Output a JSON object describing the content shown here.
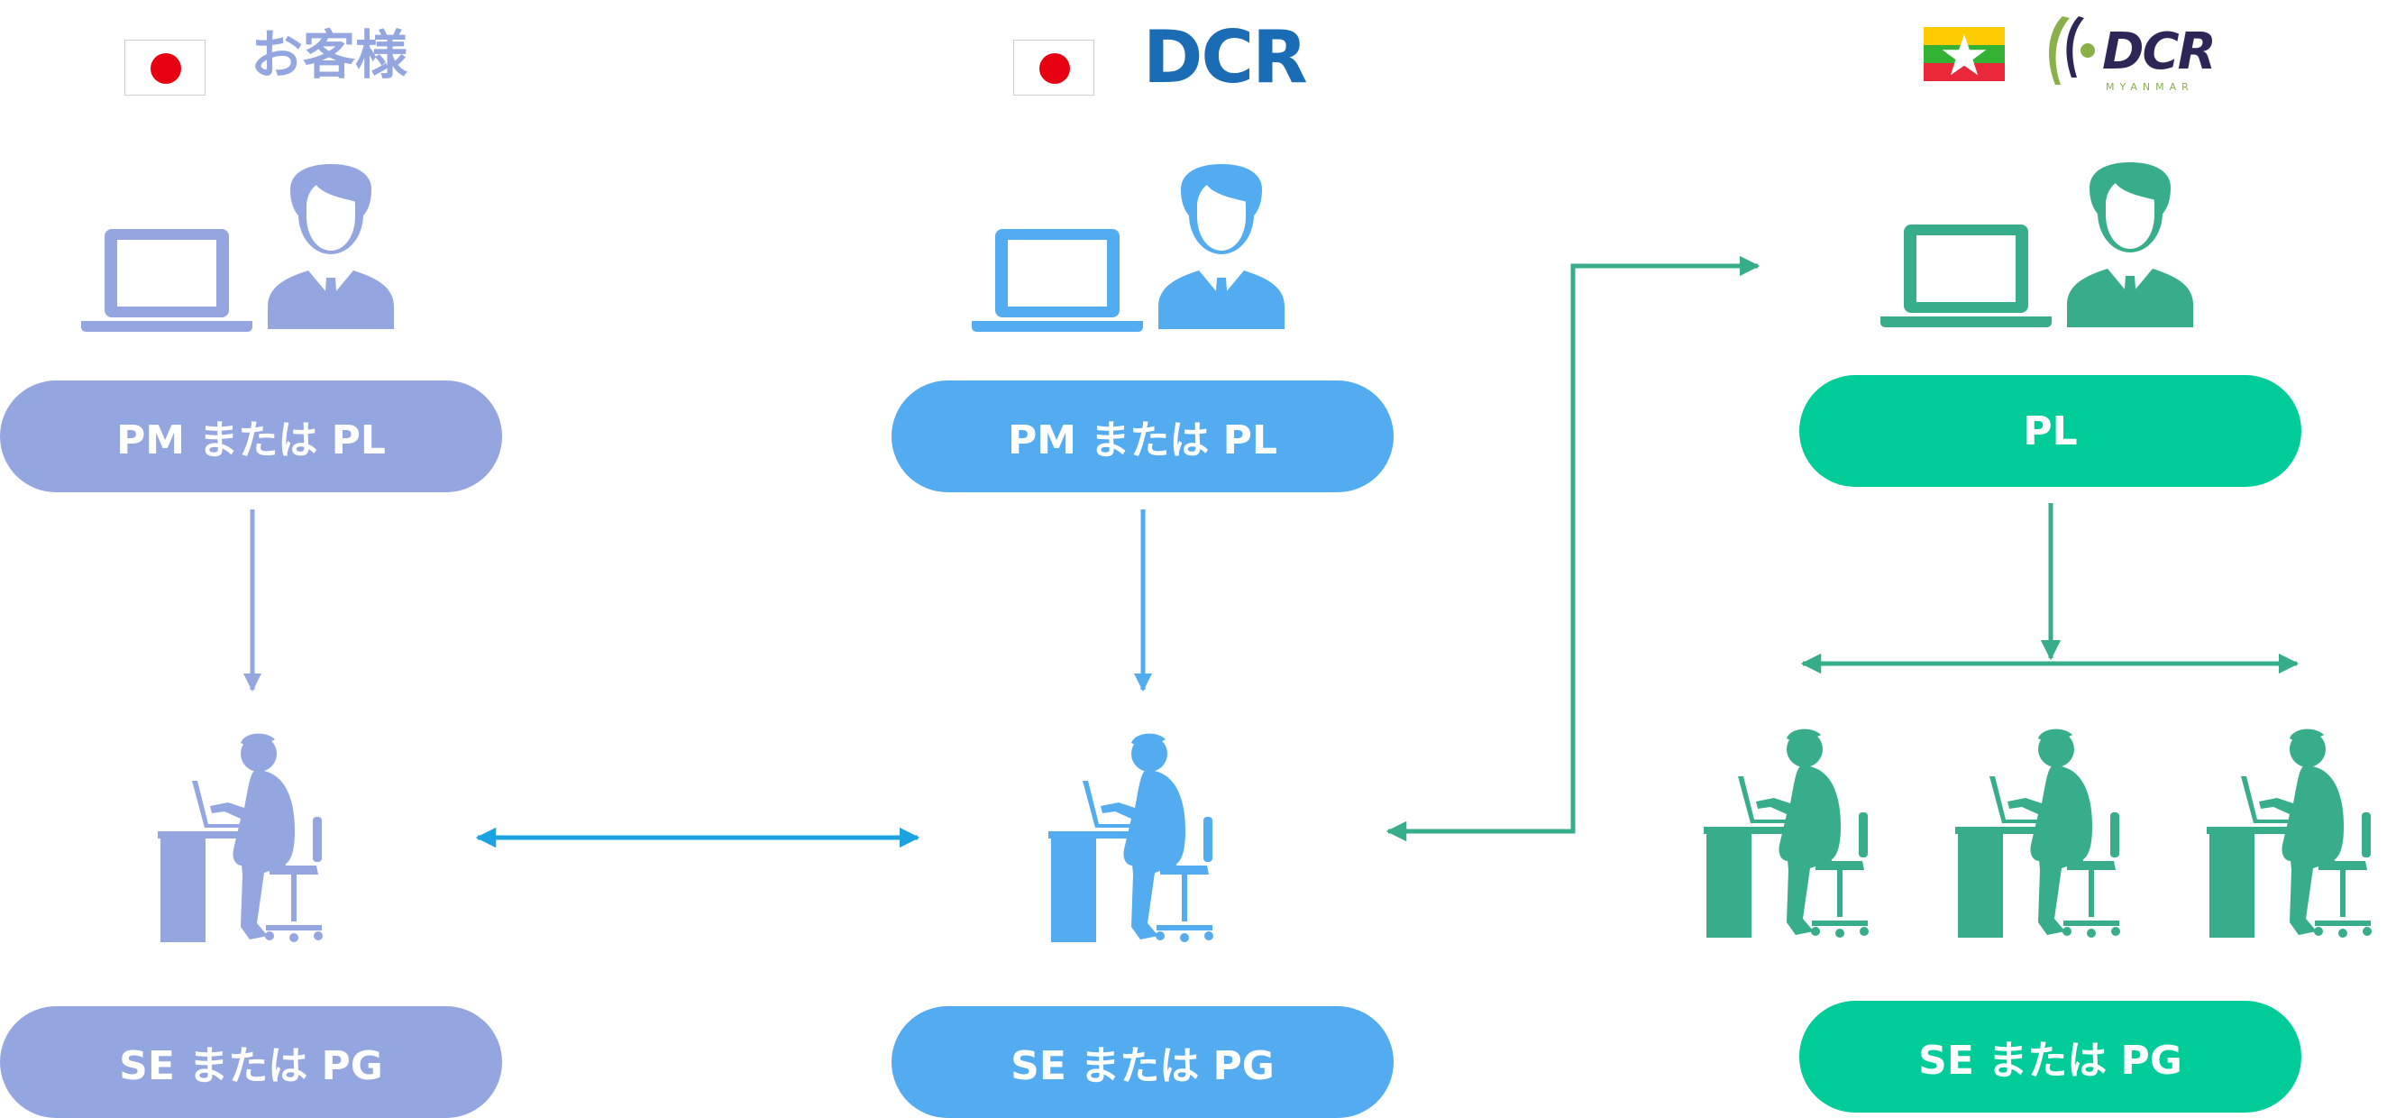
{
  "columns": [
    {
      "id": "client",
      "flag": "japan-flag",
      "heading": "お客様",
      "role_top": "PM または PL",
      "role_bottom": "SE または PG",
      "color": "#93a6df"
    },
    {
      "id": "dcr",
      "flag": "japan-flag",
      "logo": "DCR",
      "role_top": "PM または PL",
      "role_bottom": "SE または PG",
      "color": "#53acf0"
    },
    {
      "id": "dcr-myanmar",
      "flag": "myanmar-flag",
      "logo": "DCR",
      "logo_sub": "MYANMAR",
      "role_top": "PL",
      "role_bottom": "SE または PG",
      "color": "#37ad8c",
      "pill_color": "#00cc99"
    }
  ],
  "colors": {
    "lavender": "#93a6df",
    "blue": "#53acf0",
    "teal": "#37ad8c",
    "green": "#00cc99",
    "dcr_logo": "#1a6cb5",
    "dcr_myanmar_logo": "#2d2758",
    "japan_red": "#e60012",
    "bidirectional_arrow": "#1aa3e0"
  },
  "icons": [
    "japan-flag",
    "myanmar-flag",
    "laptop-icon",
    "businessman-icon",
    "person-at-desk-icon",
    "arrow"
  ]
}
